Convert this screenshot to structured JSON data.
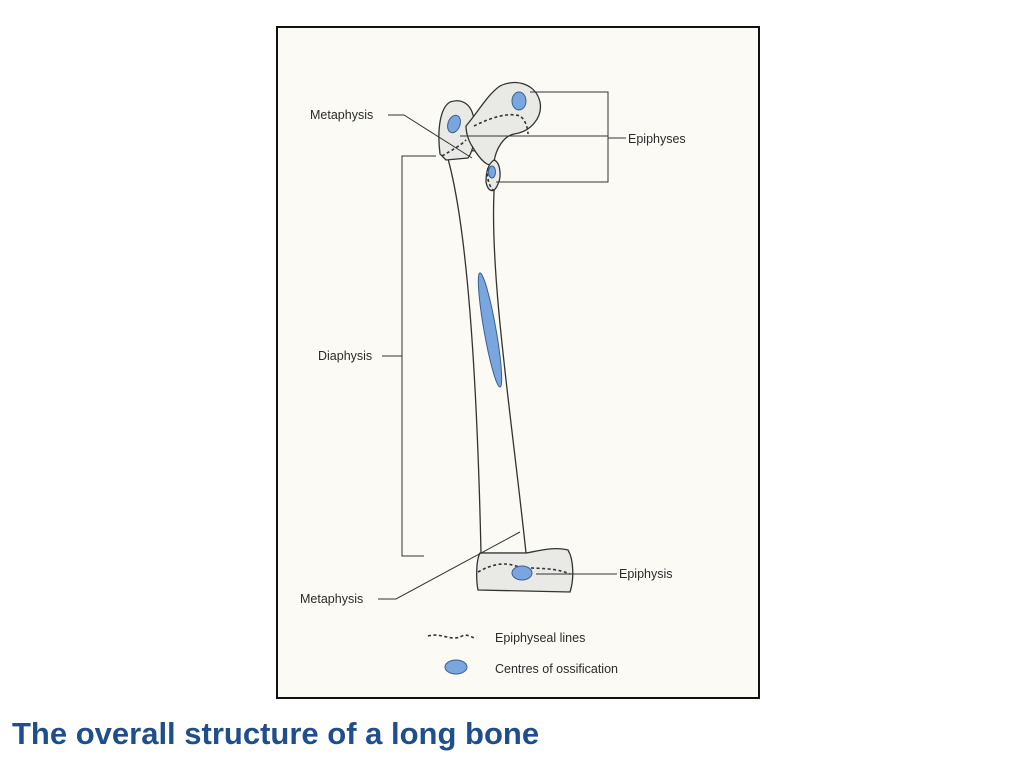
{
  "colors": {
    "title": "#1f4e8c",
    "ossification": "#7aa6e0",
    "frame": "#111111"
  },
  "labels": {
    "metaphysis_top": "Metaphysis",
    "epiphyses": "Epiphyses",
    "diaphysis": "Diaphysis",
    "epiphysis": "Epiphysis",
    "metaphysis_bottom": "Metaphysis"
  },
  "legend": {
    "epiphyseal_lines": "Epiphyseal lines",
    "centres_of_ossification": "Centres of ossification"
  },
  "title": "The overall structure of a long bone"
}
